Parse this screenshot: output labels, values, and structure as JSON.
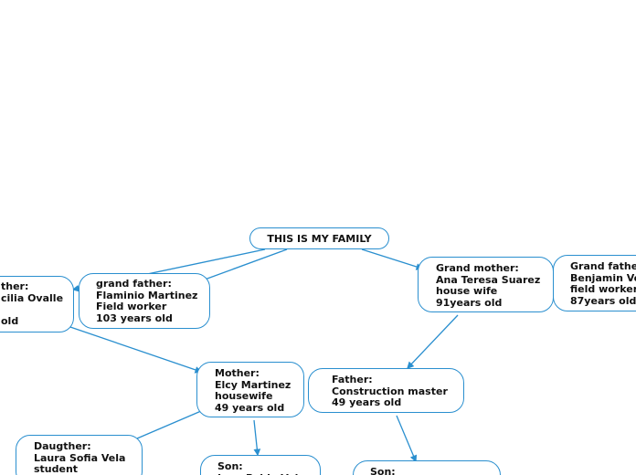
{
  "diagram": {
    "root": {
      "text": "THIS IS MY FAMILY"
    },
    "nodes": {
      "grandmother_left": {
        "text": "ther:\ncilia Ovalle\n\nold"
      },
      "grandfather_left": {
        "text": "grand father:\nFlaminio Martinez\nField worker\n103 years old"
      },
      "grandmother_right": {
        "text": "Grand mother:\nAna Teresa Suarez\nhouse wife\n91years old"
      },
      "grandfather_right": {
        "text": "Grand father\nBenjamin Ve\nfield worker\n87years old"
      },
      "mother": {
        "text": "Mother:\nElcy Martinez\nhousewife\n49 years old"
      },
      "father": {
        "text": "Father:\nConstruction master\n49 years old"
      },
      "daughter": {
        "text": "Daugther:\nLaura Sofia Vela\nstudent"
      },
      "son_left": {
        "text": "Son:\nJuan Pablo Vel"
      },
      "son_right": {
        "text": "Son:"
      }
    },
    "colors": {
      "line": "#2a8fcf",
      "border": "#2a8fcf",
      "text": "#111111"
    }
  }
}
